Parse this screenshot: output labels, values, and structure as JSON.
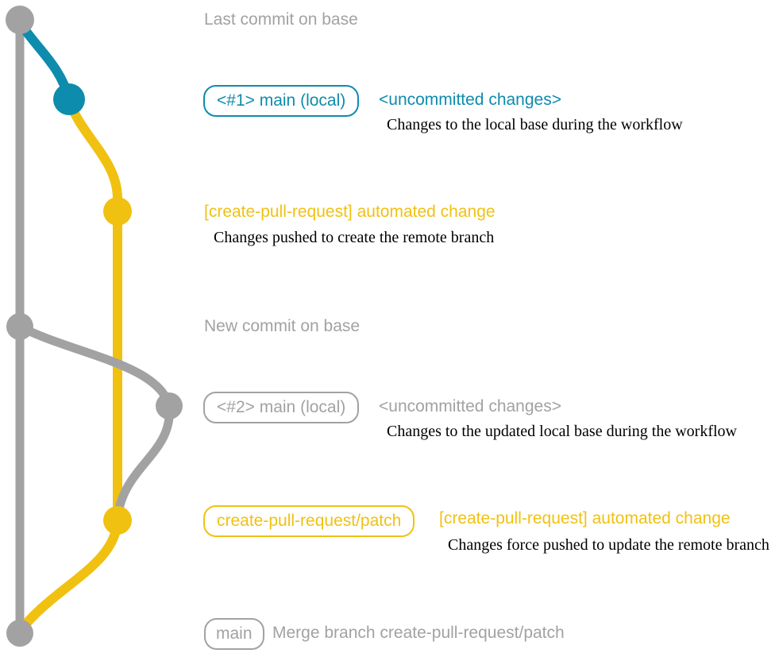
{
  "colors": {
    "gray": "#a2a2a2",
    "teal": "#0e8cad",
    "yellow": "#f1c111",
    "ink": "#000000",
    "bg": "#ffffff"
  },
  "graph": {
    "branches": [
      {
        "name": "base",
        "color": "#a2a2a2"
      },
      {
        "name": "local-main-uncommitted-1",
        "color": "#0e8cad"
      },
      {
        "name": "create-pull-request-patch",
        "color": "#f1c111"
      },
      {
        "name": "local-main-uncommitted-2",
        "color": "#a2a2a2"
      }
    ],
    "commits": [
      {
        "id": "last-commit-on-base",
        "color": "gray"
      },
      {
        "id": "local-main-1-uncommitted",
        "color": "teal"
      },
      {
        "id": "automated-change-1",
        "color": "yellow"
      },
      {
        "id": "new-commit-on-base",
        "color": "gray"
      },
      {
        "id": "local-main-2-uncommitted",
        "color": "gray"
      },
      {
        "id": "automated-change-2",
        "color": "yellow"
      },
      {
        "id": "merge-commit",
        "color": "gray"
      }
    ]
  },
  "annotations": {
    "row1": {
      "title": "Last commit on base"
    },
    "row2": {
      "badge": "<#1> main (local)",
      "status": "<uncommitted changes>",
      "description": "Changes to the local base during the workflow"
    },
    "row3": {
      "title": "[create-pull-request] automated change",
      "description": "Changes pushed to create the remote branch"
    },
    "row4": {
      "title": "New commit on base"
    },
    "row5": {
      "badge": "<#2> main (local)",
      "status": "<uncommitted changes>",
      "description": "Changes to the updated local base during the workflow"
    },
    "row6": {
      "badge": "create-pull-request/patch",
      "title": "[create-pull-request] automated change",
      "description": "Changes force pushed to update the remote branch"
    },
    "row7": {
      "badge": "main",
      "title": "Merge branch create-pull-request/patch"
    }
  }
}
